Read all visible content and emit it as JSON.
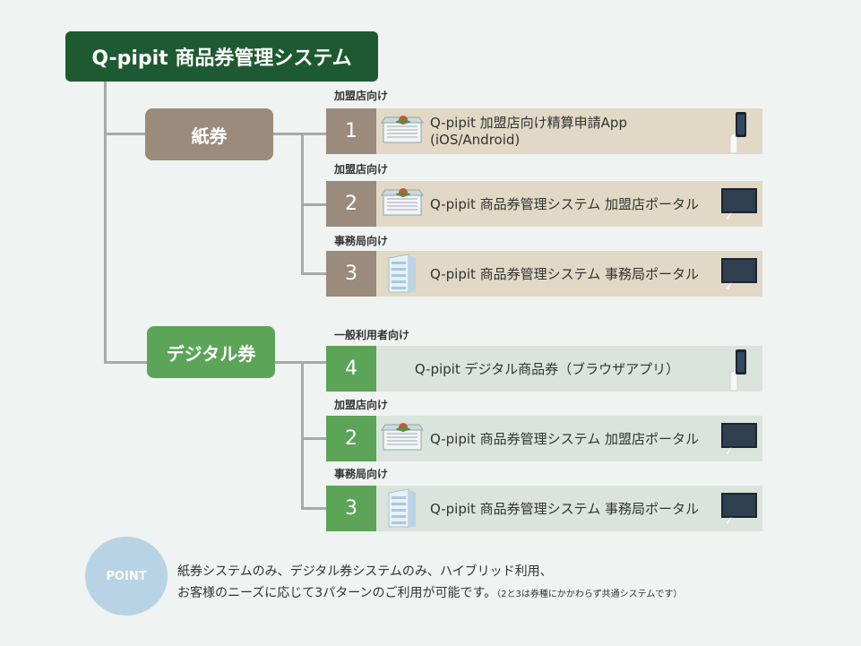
{
  "title": "Q-pipit 商品券管理システム",
  "categories": {
    "paper": "紙券",
    "digital": "デジタル券"
  },
  "paper_rows": [
    {
      "audience": "加盟店向け",
      "num": "1",
      "label_line1": "Q-pipit 加盟店向け精算申請App",
      "label_line2": "(iOS/Android)",
      "icon": "shop-icon",
      "device": "smartphone-icon"
    },
    {
      "audience": "加盟店向け",
      "num": "2",
      "label": "Q-pipit 商品券管理システム 加盟店ポータル",
      "icon": "shop-icon",
      "device": "monitor-icon"
    },
    {
      "audience": "事務局向け",
      "num": "3",
      "label": "Q-pipit 商品券管理システム 事務局ポータル",
      "icon": "building-icon",
      "device": "monitor-icon"
    }
  ],
  "digital_rows": [
    {
      "audience": "一般利用者向け",
      "num": "4",
      "label": "Q-pipit デジタル商品券（ブラウザアプリ）",
      "device": "smartphone-icon"
    },
    {
      "audience": "加盟店向け",
      "num": "2",
      "label": "Q-pipit 商品券管理システム 加盟店ポータル",
      "icon": "shop-icon",
      "device": "monitor-icon"
    },
    {
      "audience": "事務局向け",
      "num": "3",
      "label": "Q-pipit 商品券管理システム 事務局ポータル",
      "icon": "building-icon",
      "device": "monitor-icon"
    }
  ],
  "point": {
    "badge": "POINT",
    "line1": "紙券システムのみ、デジタル券システムのみ、ハイブリッド利用、",
    "line2": "お客様のニーズに応じて3パターンのご利用が可能です。",
    "note": "（2と3は券種にかかわらず共通システムです）"
  },
  "colors": {
    "title_bg": "#1e5a31",
    "paper": "#9b8b7c",
    "digital": "#5ba458",
    "point": "#b7d3e4"
  }
}
